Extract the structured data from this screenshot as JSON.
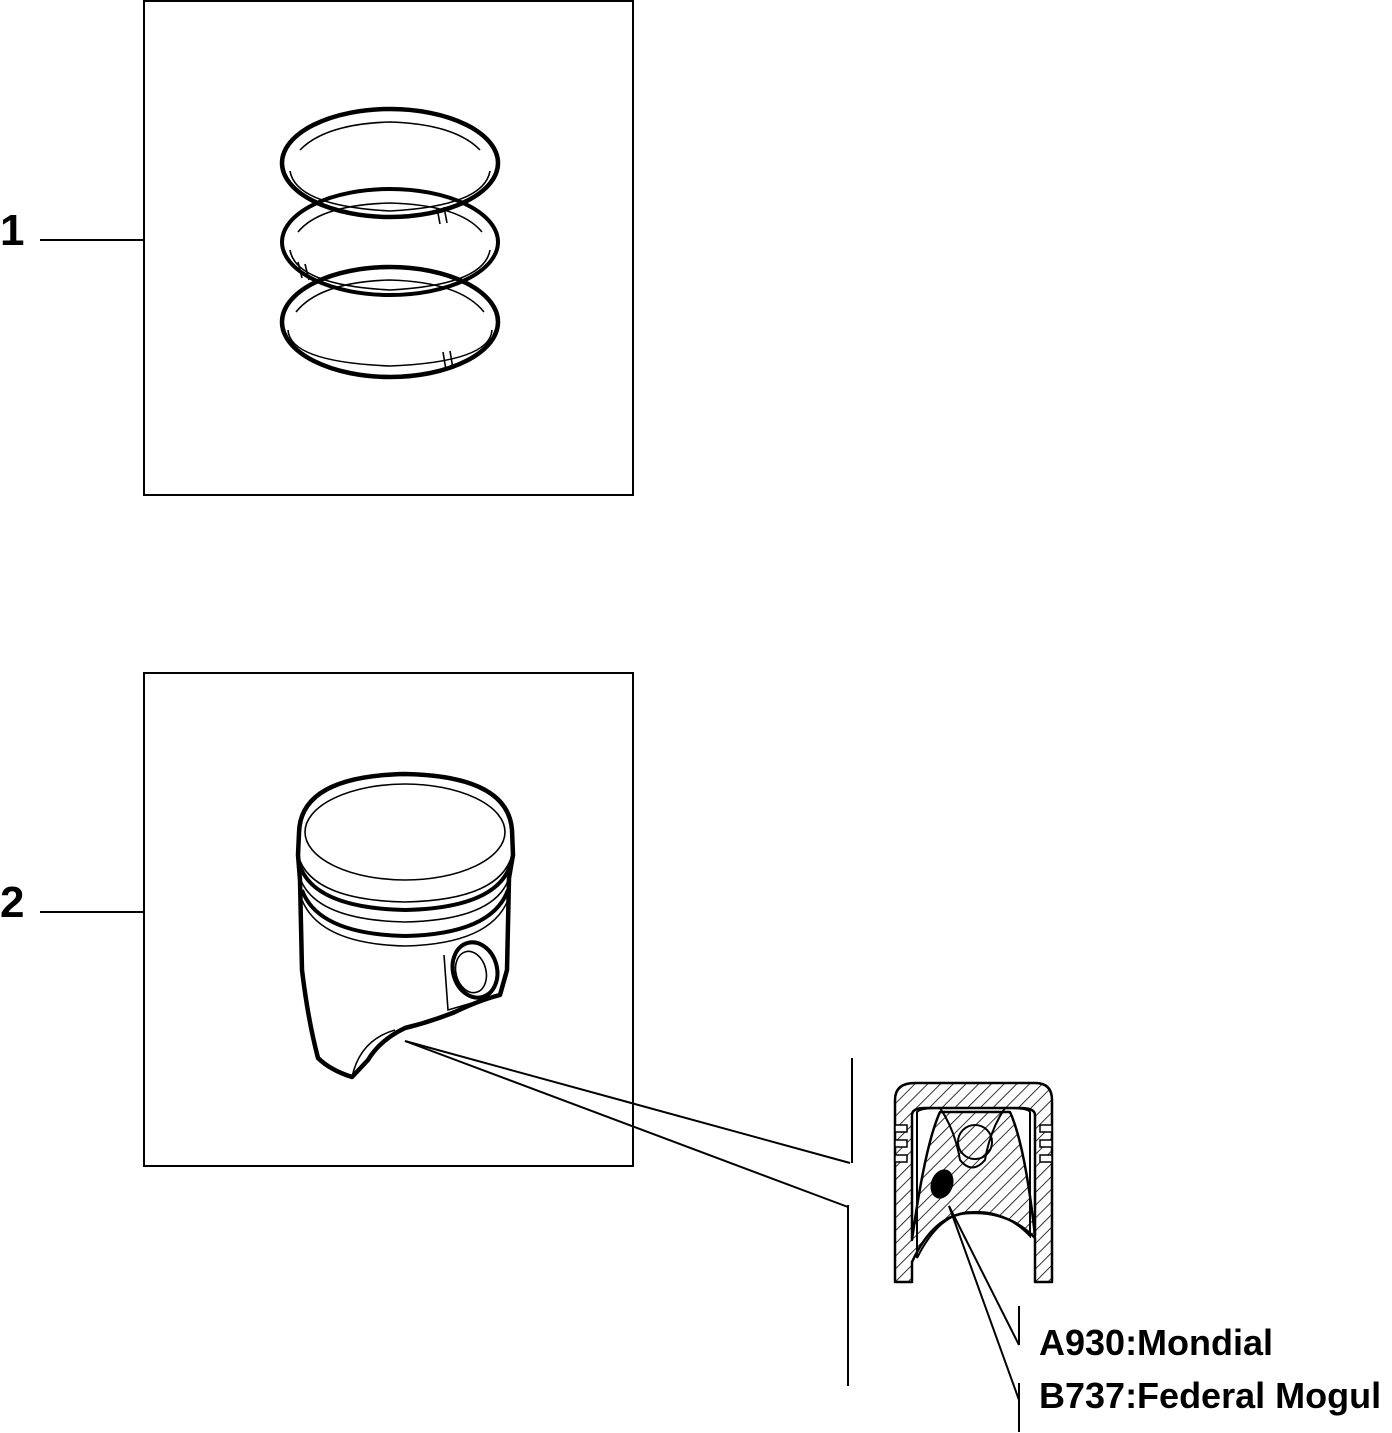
{
  "callouts": [
    {
      "number": "1",
      "part": "piston-rings"
    },
    {
      "number": "2",
      "part": "piston"
    }
  ],
  "suppliers": [
    {
      "label": "A930:Mondial"
    },
    {
      "label": "B737:Federal Mogul"
    }
  ],
  "colors": {
    "line": "#000000",
    "background": "#ffffff"
  }
}
